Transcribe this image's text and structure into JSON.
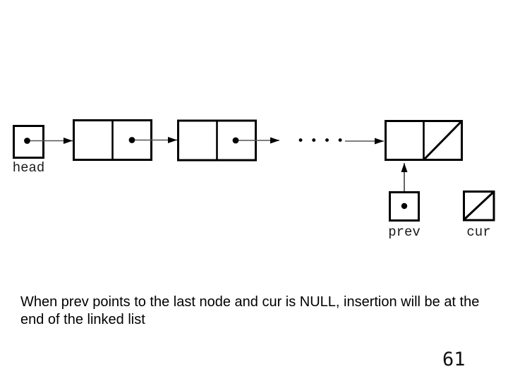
{
  "slide": {
    "caption": "When prev points to the last node and cur is NULL, insertion will be at the end of the linked list",
    "page_number": "61"
  },
  "diagram": {
    "head_label": "head",
    "prev_label": "prev",
    "cur_label": "cur",
    "ellipsis": "••••",
    "colors": {
      "line": "#000000",
      "arrow_shaft": "#555555",
      "background": "#ffffff"
    }
  }
}
